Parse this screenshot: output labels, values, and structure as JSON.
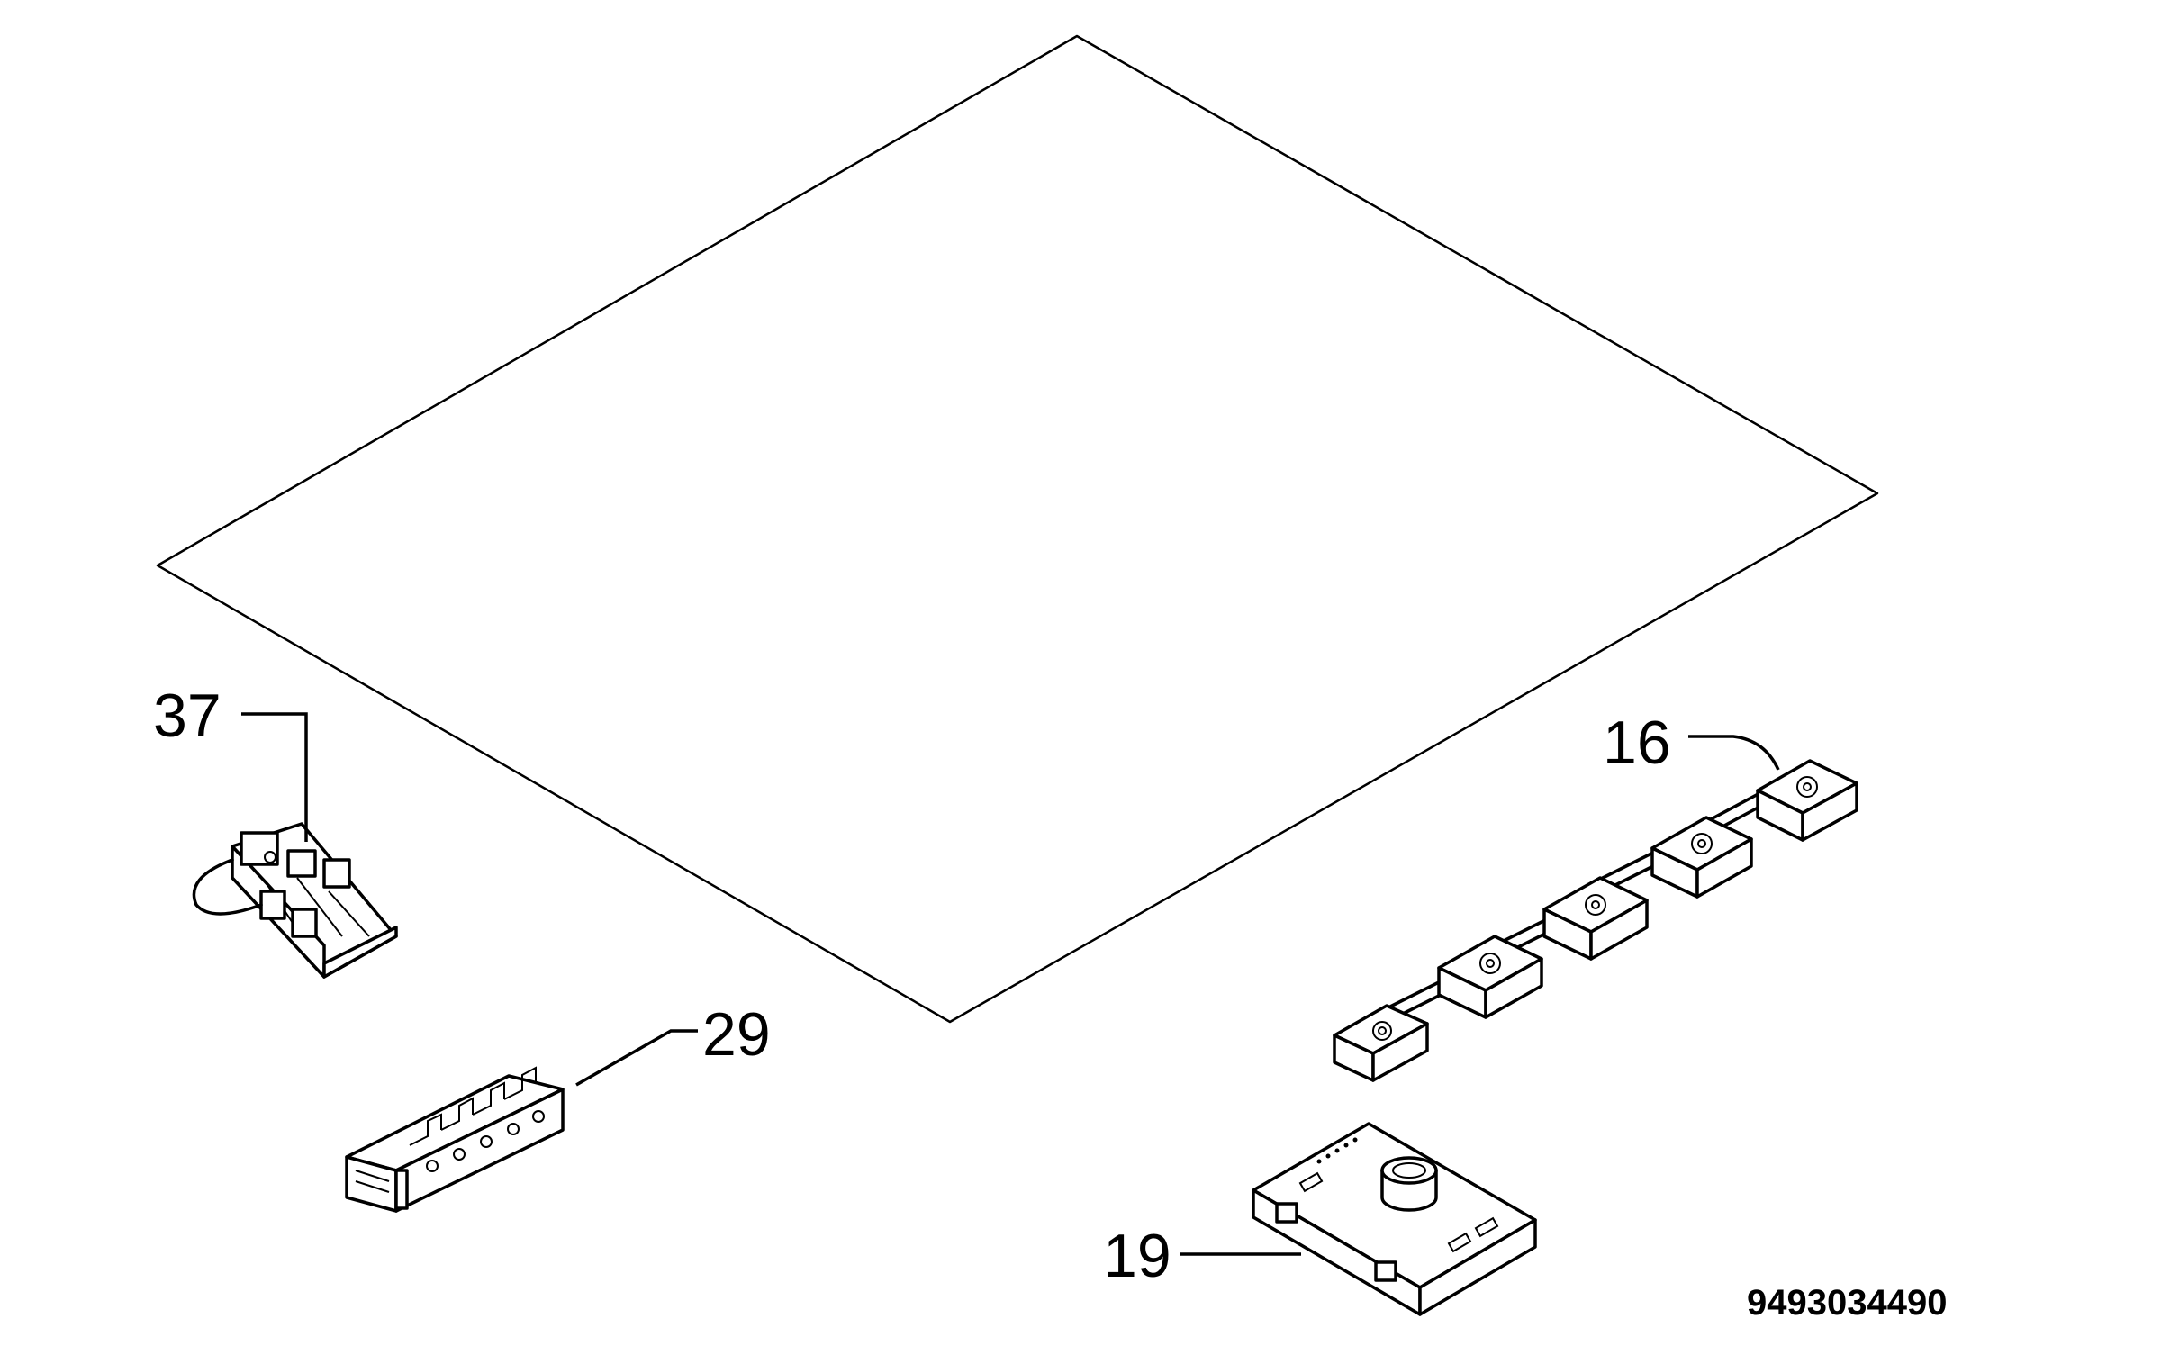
{
  "callouts": {
    "c37": "37",
    "c16": "16",
    "c29": "29",
    "c19": "19"
  },
  "document_number": "9493034490"
}
